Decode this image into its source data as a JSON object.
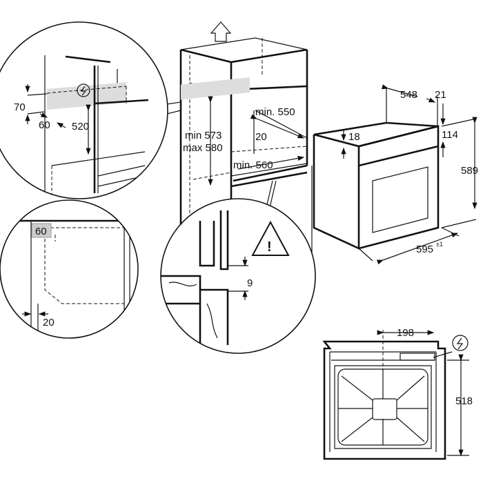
{
  "dimensions": {
    "detail_top": {
      "height": "70",
      "depth": "60",
      "clearance": "520"
    },
    "cabinet": {
      "min_height": "min 573",
      "max_height": "max 580",
      "min_depth": "min. 550",
      "gap": "20",
      "min_width": "min. 560"
    },
    "oven": {
      "depth": "548",
      "front": "21",
      "panel_thickness": "18",
      "panel_height": "114",
      "height": "589",
      "width": "595",
      "width_tolerance": "±1"
    },
    "detail_bottom": {
      "vent_depth": "60",
      "rear_gap": "20"
    },
    "detail_floor": {
      "gap": "9"
    },
    "rear_view": {
      "connection_offset": "198",
      "height": "518"
    }
  },
  "icons": [
    "up-arrow-icon",
    "electrical-connection-icon",
    "warning-triangle-icon"
  ],
  "warning_symbol": "!"
}
